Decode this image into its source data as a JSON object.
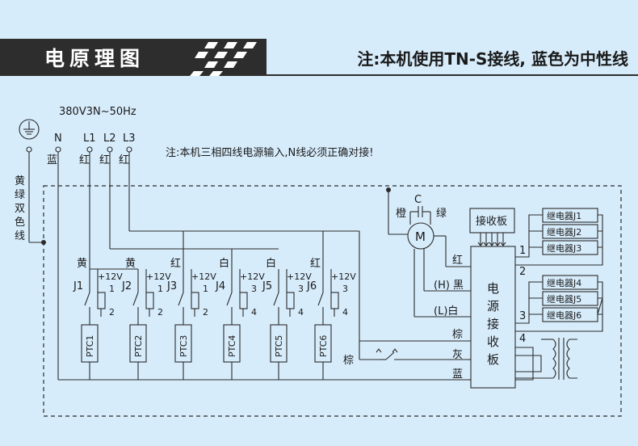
{
  "header": {
    "title": "电原理图",
    "note": "注:本机使用TN-S接线, 蓝色为中性线",
    "band_color": "#2d2d2d",
    "title_color": "#ffffff"
  },
  "supply": {
    "spec": "380V3N~50Hz",
    "terminals": [
      "N",
      "L1",
      "L2",
      "L3"
    ],
    "wire_colors": [
      "蓝",
      "红",
      "红",
      "红"
    ],
    "note": "注:本机三相四线电源输入,N线必须正确对接!"
  },
  "ground_wire_label": [
    "黄",
    "绿",
    "双",
    "色",
    "线"
  ],
  "heaters": [
    {
      "relay": "J1",
      "ptc": "PTC1",
      "wire": "黄",
      "v": "+12V",
      "p1": "1",
      "p2": "2"
    },
    {
      "relay": "J2",
      "ptc": "PTC2",
      "wire": "黄",
      "v": "+12V",
      "p1": "1",
      "p2": "2"
    },
    {
      "relay": "J3",
      "ptc": "PTC3",
      "wire": "红",
      "v": "+12V",
      "p1": "1",
      "p2": "2"
    },
    {
      "relay": "J4",
      "ptc": "PTC4",
      "wire": "白",
      "v": "+12V",
      "p1": "3",
      "p2": "4"
    },
    {
      "relay": "J5",
      "ptc": "PTC5",
      "wire": "白",
      "v": "+12V",
      "p1": "3",
      "p2": "4"
    },
    {
      "relay": "J6",
      "ptc": "PTC6",
      "wire": "红",
      "v": "+12V",
      "p1": "3",
      "p2": "4"
    }
  ],
  "motor": {
    "symbol": "M",
    "cap": "C",
    "left_wire": "橙",
    "right_wire": "绿"
  },
  "receiver_board": "接收板",
  "power_board": [
    "电",
    "源",
    "接",
    "收",
    "板"
  ],
  "board_inputs": [
    "红",
    "(H) 黑",
    "(L)白",
    "棕",
    "灰",
    "蓝"
  ],
  "switch_wire": "棕",
  "relays_group1": [
    "继电器J1",
    "继电器J2",
    "继电器J3"
  ],
  "relays_group2": [
    "继电器J4",
    "继电器J5",
    "继电器J6"
  ],
  "board_ports": [
    "1",
    "2",
    "3",
    "4"
  ]
}
